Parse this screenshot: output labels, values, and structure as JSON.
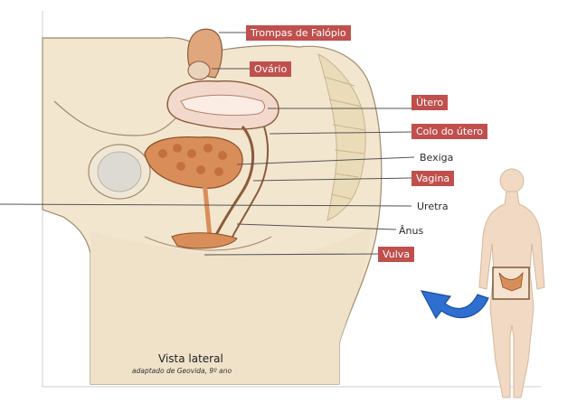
{
  "labels": {
    "fallopian_tubes": "Trompas de Falópio",
    "ovary": "Ovário",
    "uterus": "Útero",
    "cervix": "Colo do útero",
    "bladder": "Bexiga",
    "vagina": "Vagina",
    "urethra": "Uretra",
    "anus": "Ânus",
    "vulva": "Vulva"
  },
  "caption": "Vista lateral",
  "credit": "adaptado de Geovida, 9º ano",
  "colors": {
    "label_box": "#c0504d",
    "skin": "#f1e3cc",
    "organ": "#d98e5a",
    "arrow": "#2f6fd0",
    "leader_line": "#555555"
  },
  "icons": {
    "direction_arrow": "curved-arrow-icon",
    "body_thumbnail": "female-body-silhouette"
  }
}
